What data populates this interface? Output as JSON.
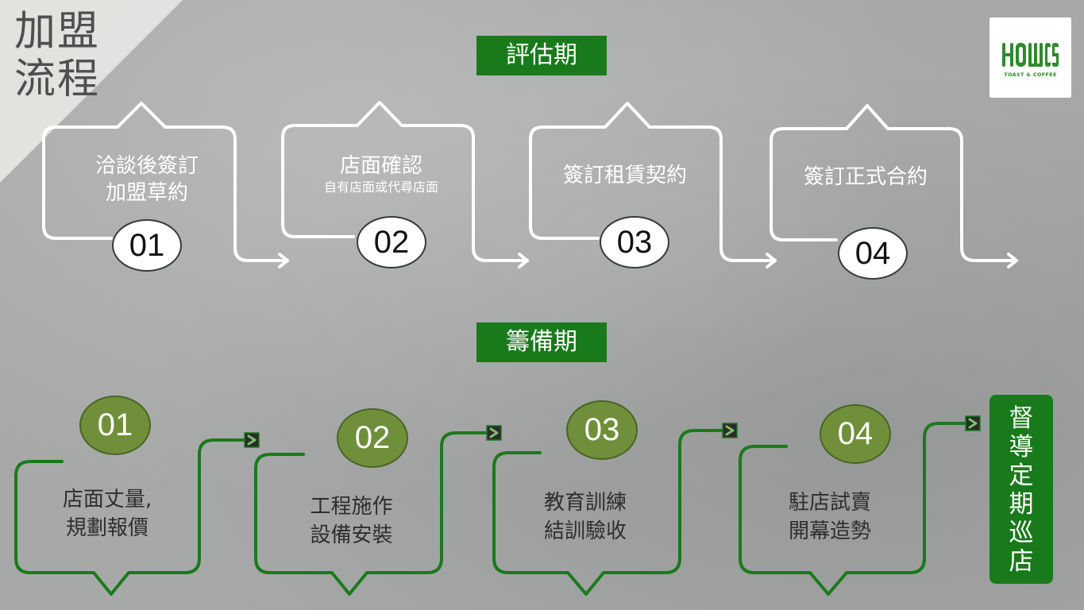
{
  "header": {
    "title_line1": "加盟",
    "title_line2": "流程"
  },
  "logo": {
    "brand": "HOWCS",
    "tagline": "TOAST & COFFEE"
  },
  "evaluation": {
    "label": "評估期",
    "steps": [
      {
        "number": "01",
        "line1": "洽談後簽訂",
        "line2": "加盟草約"
      },
      {
        "number": "02",
        "line1": "店面確認",
        "line2": "自有店面或代尋店面"
      },
      {
        "number": "03",
        "line1": "簽訂租賃契約",
        "line2": ""
      },
      {
        "number": "04",
        "line1": "簽訂正式合約",
        "line2": ""
      }
    ]
  },
  "preparation": {
    "label": "籌備期",
    "steps": [
      {
        "number": "01",
        "line1": "店面丈量,",
        "line2": "規劃報價"
      },
      {
        "number": "02",
        "line1": "工程施作",
        "line2": "設備安裝"
      },
      {
        "number": "03",
        "line1": "教育訓練",
        "line2": "結訓驗收"
      },
      {
        "number": "04",
        "line1": "駐店試賣",
        "line2": "開幕造勢"
      }
    ],
    "final": [
      "督",
      "導",
      "定",
      "期",
      "巡",
      "店"
    ]
  },
  "colors": {
    "green": "#197a1b",
    "olive": "#6f8f3a",
    "background": "#a7a9a9"
  }
}
